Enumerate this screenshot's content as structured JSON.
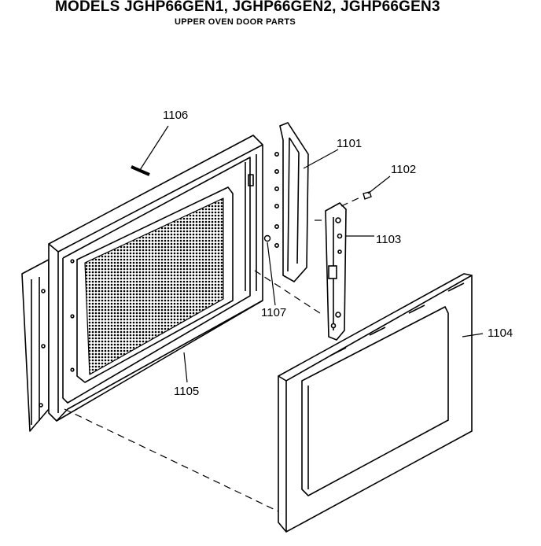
{
  "header": {
    "models": "MODELS JGHP66GEN1, JGHP66GEN2, JGHP66GEN3",
    "subtitle": "UPPER OVEN DOOR PARTS"
  },
  "parts": {
    "p1101": "1101",
    "p1102": "1102",
    "p1103": "1103",
    "p1104": "1104",
    "p1105": "1105",
    "p1106": "1106",
    "p1107": "1107"
  }
}
